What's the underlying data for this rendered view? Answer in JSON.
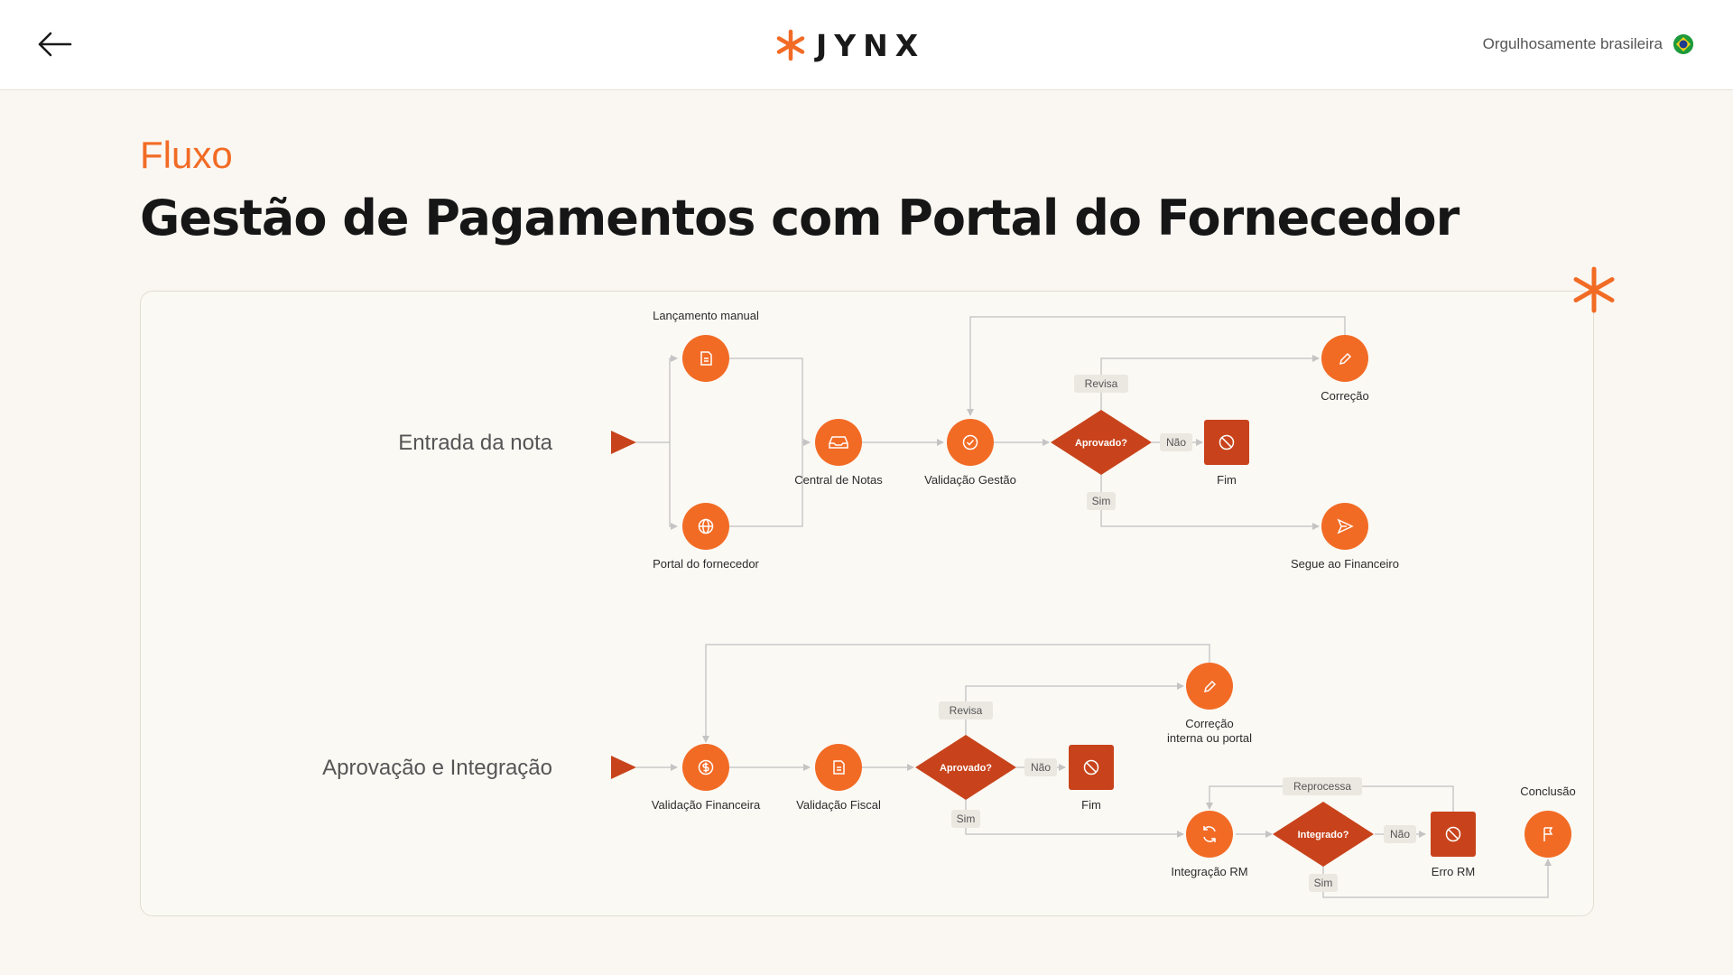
{
  "header": {
    "logo_text": "JYNX",
    "tagline": "Orgulhosamente brasileira",
    "back_icon": "arrow-left-icon",
    "flag_icon": "brazil-flag-icon"
  },
  "page": {
    "eyebrow": "Fluxo",
    "title": "Gestão de Pagamentos com Portal do Fornecedor"
  },
  "colors": {
    "accent": "#f26b25",
    "decision": "#c8431b",
    "connector": "#c9c9c9"
  },
  "lanes": [
    {
      "label": "Entrada da nota"
    },
    {
      "label": "Aprovação e Integração"
    }
  ],
  "nodes": {
    "lancamento": {
      "label": "Lançamento manual",
      "icon": "document-icon"
    },
    "portal": {
      "label": "Portal do fornecedor",
      "icon": "globe-icon"
    },
    "central": {
      "label": "Central de Notas",
      "icon": "inbox-icon"
    },
    "val_gestao": {
      "label": "Validação Gestão",
      "icon": "check-circle-icon"
    },
    "aprovado1": {
      "label": "Aprovado?"
    },
    "correcao1": {
      "label": "Correção",
      "icon": "pencil-icon"
    },
    "fim1": {
      "label": "Fim",
      "icon": "block-icon"
    },
    "segue": {
      "label": "Segue ao Financeiro",
      "icon": "send-icon"
    },
    "val_fin": {
      "label": "Validação Financeira",
      "icon": "dollar-icon"
    },
    "val_fiscal": {
      "label": "Validação Fiscal",
      "icon": "document-icon"
    },
    "aprovado2": {
      "label": "Aprovado?"
    },
    "correcao2_l1": {
      "label": "Correção"
    },
    "correcao2_l2": {
      "label": "interna ou portal",
      "icon": "pencil-icon"
    },
    "fim2": {
      "label": "Fim",
      "icon": "block-icon"
    },
    "integracao": {
      "label": "Integração RM",
      "icon": "refresh-icon"
    },
    "integrado": {
      "label": "Integrado?"
    },
    "erro": {
      "label": "Erro RM",
      "icon": "block-icon"
    },
    "conclusao": {
      "label": "Conclusão",
      "icon": "flag-icon"
    }
  },
  "edge_labels": {
    "revisa1": "Revisa",
    "nao1": "Não",
    "sim1": "Sim",
    "revisa2": "Revisa",
    "nao2": "Não",
    "sim2": "Sim",
    "reprocessa": "Reprocessa",
    "nao3": "Não",
    "sim3": "Sim"
  }
}
